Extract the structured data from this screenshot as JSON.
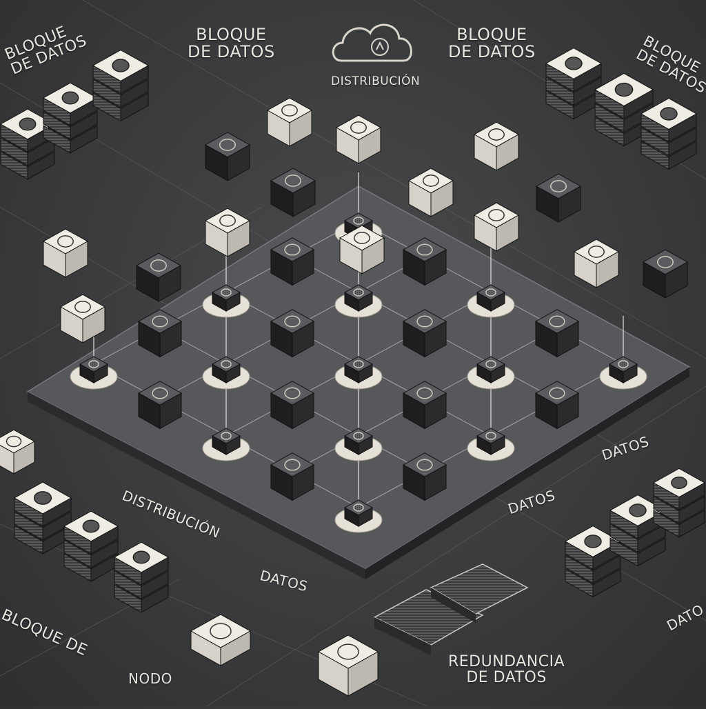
{
  "labels": {
    "top_left_block": "BLOQUE\nDE DATOS",
    "top_center_left_block": "BLOQUE\nDE DATOS",
    "cloud_caption": "DISTRIBUCIÓN",
    "top_center_right_block": "BLOQUE\nDE DATOS",
    "top_right_block": "BLOQUE\nDE DATOS",
    "right_datos_1": "DATOS",
    "right_datos_2": "DATOS",
    "left_distribucion": "DISTRIBUCIÓN",
    "bottom_datos": "DATOS",
    "bottom_left_block": "BLOQUE DE",
    "bottom_nodo": "NODO",
    "bottom_redundancia": "REDUNDANCIA\nDE DATOS",
    "far_right_datos": "DATO"
  },
  "icons": {
    "cloud": "cloud-icon",
    "stacked_block": "server-stack-icon",
    "cube_node": "cube-node-icon",
    "network_line": "connection-line"
  },
  "colors": {
    "background": "#3a3b3d",
    "platform": "#55575a",
    "cube_top": "#efece4",
    "cube_dark": "#2c2c2e",
    "text": "#e9e6df"
  }
}
